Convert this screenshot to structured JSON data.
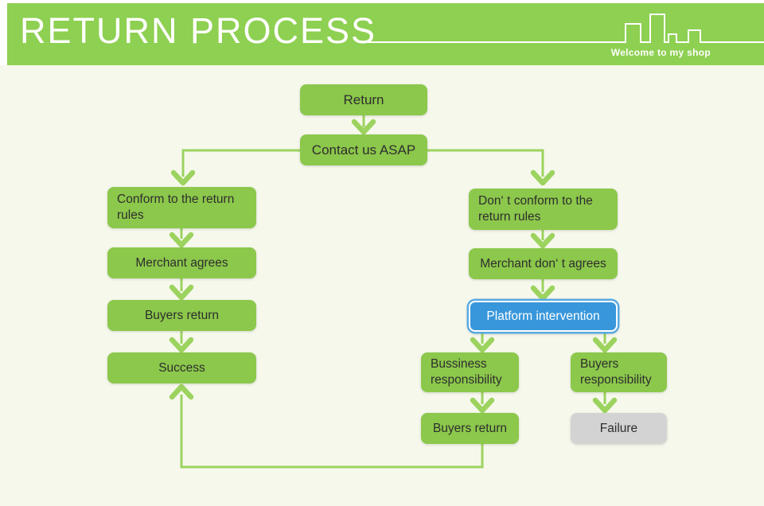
{
  "colors": {
    "header-green": "#8ed052",
    "box-green": "#8cc84b",
    "line-green": "#9cd35f",
    "page-bg": "#f6f8ec",
    "blue-fill": "#3897db",
    "blue-ring": "#58aae2",
    "gray-fill": "#d3d3d3",
    "text-dark": "#2e2e2e",
    "text-light": "#ffffff"
  },
  "header": {
    "title": "RETURN PROCESS",
    "tagline": "Welcome to my shop"
  },
  "nodes": {
    "return": "Return",
    "contact": "Contact us ASAP",
    "conform": "Conform to the return rules",
    "merchant_agrees": "Merchant agrees",
    "buyers_return_left": "Buyers return",
    "success": "Success",
    "dont_conform": "Don‘ t conform to the return rules",
    "merchant_dont_agrees": "Merchant don‘ t agrees",
    "platform_intervention": "Platform intervention",
    "business_responsibility": "Bussiness responsibility",
    "buyers_responsibility": "Buyers responsibility",
    "buyers_return_right": "Buyers return",
    "failure": "Failure"
  }
}
